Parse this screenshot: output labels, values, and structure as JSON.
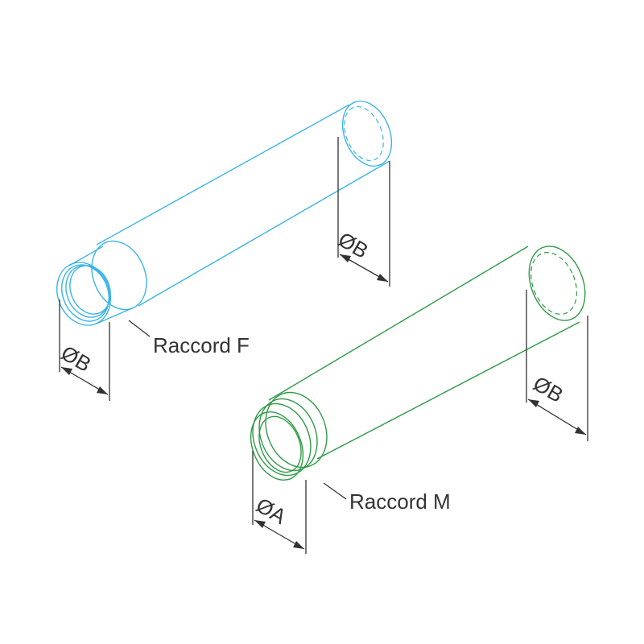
{
  "diagram": {
    "pipe_f": {
      "label": "Raccord F",
      "dim_left": "B",
      "dim_right": "B",
      "color": "#3bb4e5"
    },
    "pipe_m": {
      "label": "Raccord M",
      "dim_left": "A",
      "dim_right": "B",
      "color": "#2e9a45"
    },
    "diameter_symbol": "Ø",
    "ink_color": "#333333"
  }
}
